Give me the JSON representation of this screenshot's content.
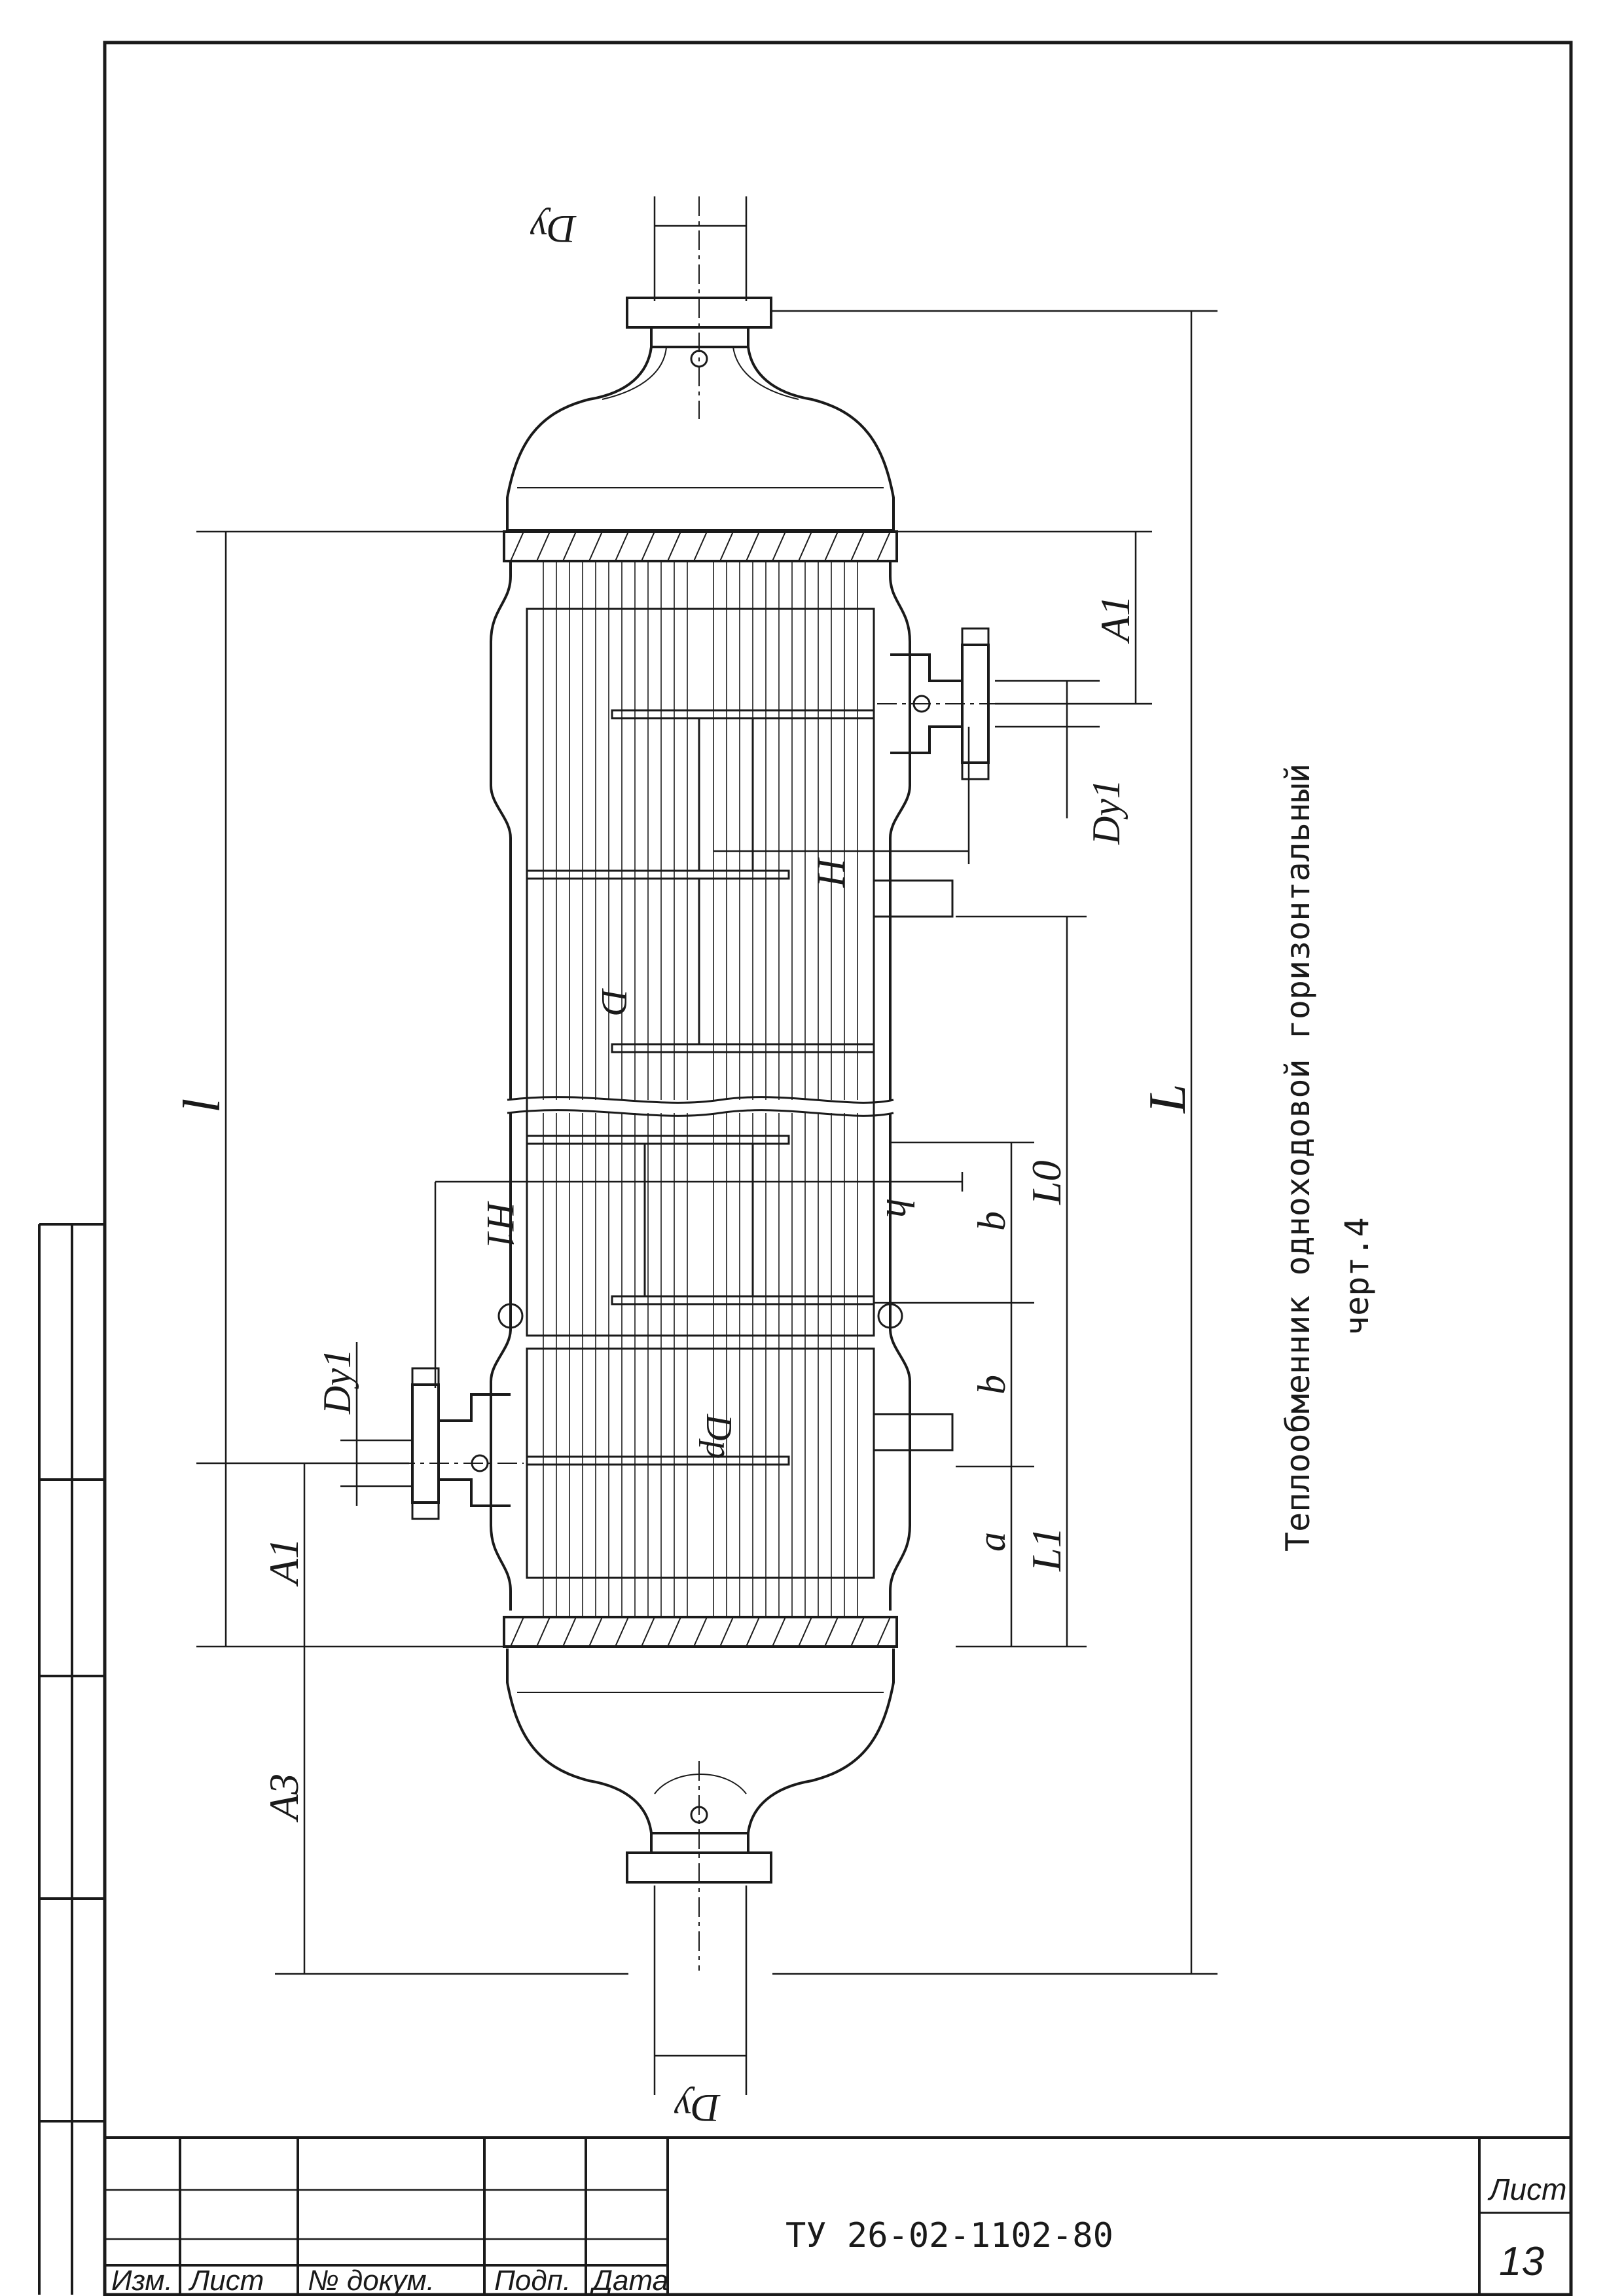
{
  "caption": {
    "title": "Теплообменник одноходовой горизонтальный",
    "figure": "черт.4"
  },
  "dimensions": {
    "Dy_top": "Dy",
    "Dy_bottom": "Dy",
    "Dy1_right": "Dy1",
    "Dy1_left": "Dy1",
    "A1_right": "A1",
    "A1_left": "A1",
    "A3": "A3",
    "L_total": "L",
    "l_length": "l",
    "L0": "L0",
    "L1": "L1",
    "H_upper": "H",
    "H_lower": "H1",
    "h": "h",
    "b_upper": "b",
    "b_lower": "b",
    "a": "a",
    "D": "D",
    "Dp": "Dp"
  },
  "title_block": {
    "document": "ТУ 26-02-1102-80",
    "sheet_label": "Лист",
    "sheet_number": "13",
    "columns": [
      "Изм.",
      "Лист",
      "№ докум.",
      "Подп.",
      "Дата"
    ]
  }
}
